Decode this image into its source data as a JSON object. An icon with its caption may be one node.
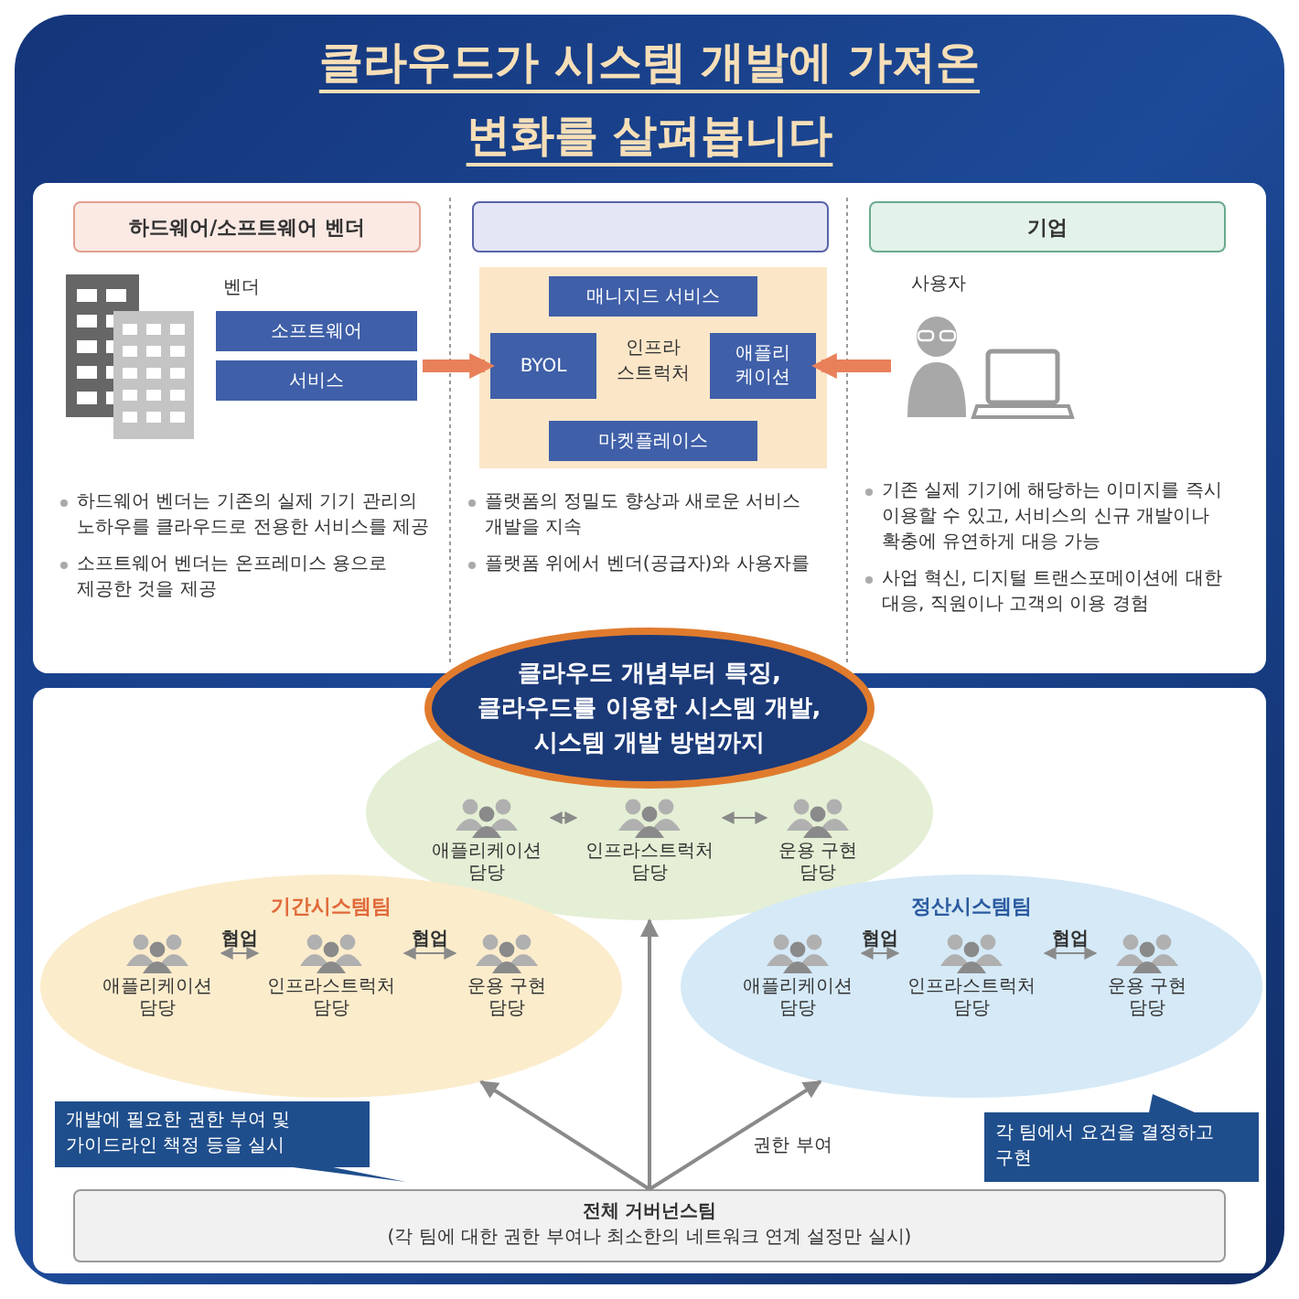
{
  "diagram": {
    "title": "클라우드가 시스템 개발에 가져온 변화를 살펴봅니다",
    "nodes": [
      {
        "text": [
          "하드웨어/소프트웨어 벤더"
        ]
      },
      {
        "text": [],
        "shape": "box"
      },
      {
        "text": [
          "기업"
        ]
      },
      {
        "text": [
          "소프트웨어"
        ]
      },
      {
        "text": [
          "서비스"
        ]
      },
      {
        "text": [
          "인프라 스트럭처"
        ]
      },
      {
        "text": [
          "매니지드 서비스"
        ],
        "in": 5
      },
      {
        "text": [
          "BYOL"
        ],
        "in": 5
      },
      {
        "text": [
          "애플리 케이션"
        ],
        "in": 5
      },
      {
        "text": [
          "마켓플레이스"
        ],
        "in": 5
      },
      {
        "text": [
          "사용자"
        ]
      },
      {
        "text": [
          "클라우드 개념부터 특징, 클라우드를 이용한 시스템 개발, 시스템 개발 방법까지"
        ]
      },
      {
        "text": [],
        "shape": "ellipse"
      },
      {
        "text": [
          "애플리케이션 담당"
        ],
        "in": 12
      },
      {
        "text": [
          "인프라스트럭처 담당"
        ],
        "in": 12
      },
      {
        "text": [
          "운용 구현 담당"
        ],
        "in": 12
      },
      {
        "text": [
          "기간시스템팀"
        ]
      },
      {
        "text": [
          "애플리케이션 담당"
        ],
        "in": 16
      },
      {
        "text": [
          "인프라스트럭처 담당"
        ],
        "in": 16
      },
      {
        "text": [
          "운용 구현 담당"
        ],
        "in": 16
      },
      {
        "text": [
          "정산시스템팀"
        ]
      },
      {
        "text": [
          "애플리케이션 담당"
        ],
        "in": 20
      },
      {
        "text": [
          "인프라스트럭처 담당"
        ],
        "in": 20
      },
      {
        "text": [
          "운용 구현 담당"
        ],
        "in": 20
      },
      {
        "text": [
          "전체 거버넌스팀",
          "(각 팀에 대한 권한 부여나 최소한의 네트워크 연계 설정만 실시)"
        ]
      },
      {
        "text": [
          "개발에 필요한 권한 부여 및 가이드라인 책정 등을 실시"
        ]
      },
      {
        "text": [
          "각 팀에서 요건을 결정하고 구현"
        ]
      }
    ],
    "edges": [
      {
        "from": 3,
        "to": 7,
        "arrow": "to",
        "style": "thick",
        "color": "#e8805a"
      },
      {
        "from": 10,
        "to": 8,
        "arrow": "to",
        "style": "thick",
        "color": "#e8805a"
      },
      {
        "from": 13,
        "to": 14,
        "arrow": "both"
      },
      {
        "from": 14,
        "to": 15,
        "arrow": "both"
      },
      {
        "from": 17,
        "to": 18,
        "arrow": "both",
        "label": "협업"
      },
      {
        "from": 18,
        "to": 19,
        "arrow": "both",
        "label": "협업"
      },
      {
        "from": 21,
        "to": 22,
        "arrow": "both",
        "label": "협업"
      },
      {
        "from": 22,
        "to": 23,
        "arrow": "both",
        "label": "협업"
      },
      {
        "from": 24,
        "to": 16,
        "arrow": "to"
      },
      {
        "from": 24,
        "to": 12,
        "arrow": "to"
      },
      {
        "from": 24,
        "to": 20,
        "arrow": "to",
        "label": "권한 부여"
      }
    ],
    "labels": [
      "벤더",
      "하드웨어 벤더는 기존의 실제 기기 관리의 노하우를 클라우드로 전용한 서비스를 제공",
      "소프트웨어 벤더는 온프레미스 용으로 제공한 것을 제공",
      "플랫폼의 정밀도 향상과 새로운 서비스 개발을 지속",
      "플랫폼 위에서 벤더(공급자)와 사용자를",
      "기존 실제 기기에 해당하는 이미지를 즉시 이용할 수 있고, 서비스의 신규 개발이나 확충에 유연하게 대응 가능",
      "사업 혁신, 디지털 트랜스포메이션에 대한 대응, 직원이나 고객의 이용 경험"
    ]
  }
}
